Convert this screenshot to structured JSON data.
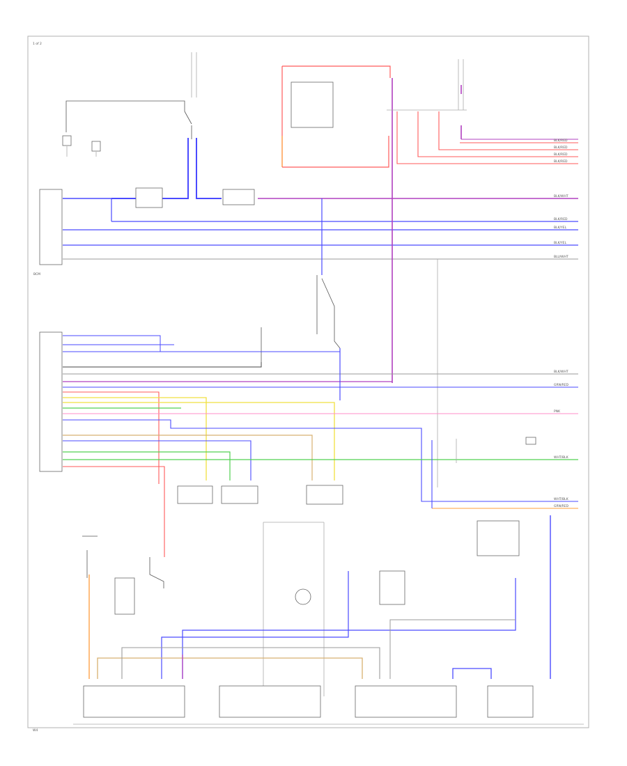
{
  "page_ref": "1 of 2",
  "footer": "W4",
  "colors": {
    "blue": "#4a4aff",
    "red": "#ff5a5a",
    "pink": "#ff8cc8",
    "purple": "#b040c0",
    "yellow": "#f0e040",
    "green": "#50d050",
    "orange": "#ff9c3a",
    "tan": "#d8b070",
    "gray": "#9a9a9a",
    "black": "#444444"
  },
  "left_connector": "BCM",
  "right_edge_labels": [
    "BLK/RED",
    "BLK/RED",
    "BLK/RED",
    "BLK/RED",
    "BLK/WHT",
    "BLK/RED",
    "BLK/YEL",
    "BLK/YEL",
    "BLU/WHT",
    "BLK/WHT",
    "PNK",
    "WHT/BLK",
    "WHT/BLK",
    "GRN/RED",
    "GRN/RED"
  ]
}
